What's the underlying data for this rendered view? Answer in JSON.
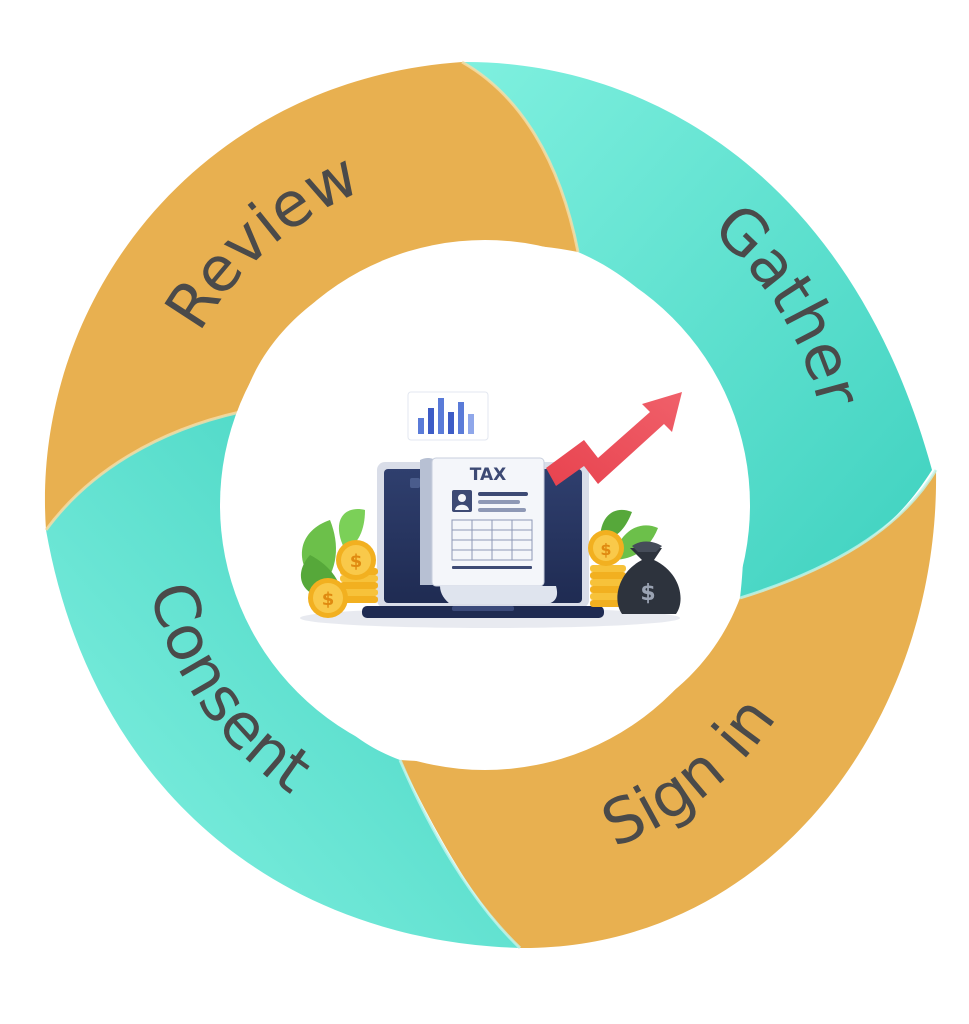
{
  "cycle": {
    "steps": [
      {
        "label": "Review",
        "color": "#e8b050"
      },
      {
        "label": "Gather",
        "color": "#4ed8c4"
      },
      {
        "label": "Sign in",
        "color": "#e8b050"
      },
      {
        "label": "Consent",
        "color": "#4ed8c4"
      }
    ],
    "center_icon": {
      "document_label": "TAX",
      "coin_symbol": "$",
      "bag_symbol": "$"
    }
  }
}
